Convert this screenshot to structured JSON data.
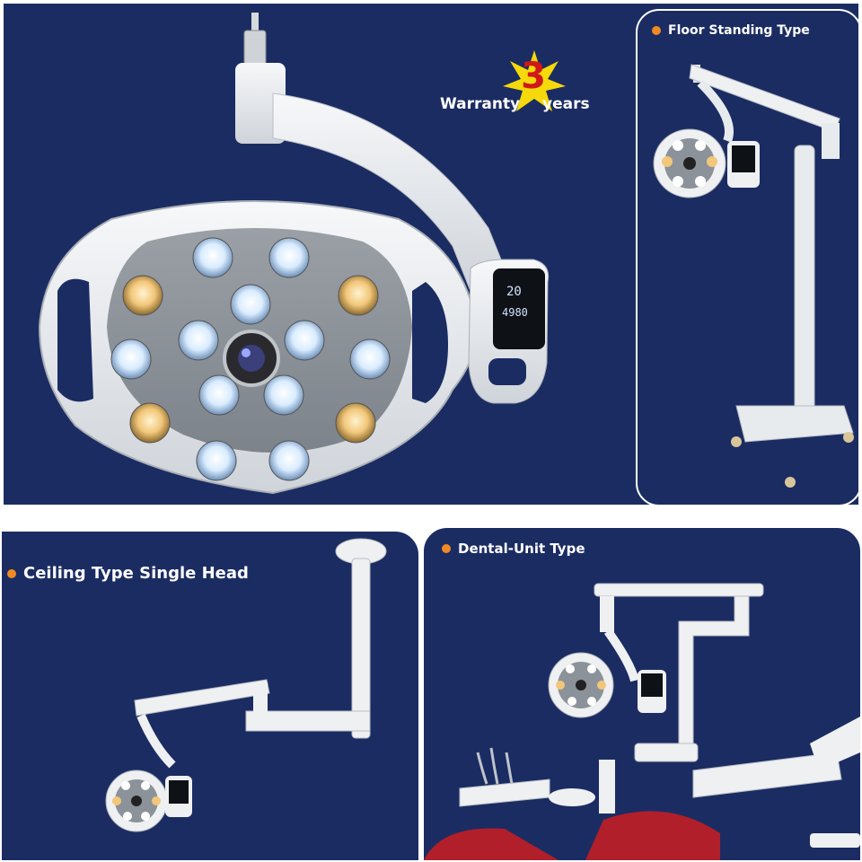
{
  "warranty": {
    "word": "Warranty",
    "number": "3",
    "unit": "years"
  },
  "main_lamp": {
    "display_line1": "20",
    "display_line2": "4980"
  },
  "panels": {
    "floor_standing": {
      "title": "Floor Standing Type"
    },
    "ceiling": {
      "title": "Ceiling Type Single Head"
    },
    "dental_unit": {
      "title": "Dental-Unit Type"
    }
  },
  "colors": {
    "background": "#1b2c63",
    "bullet": "#f08a24",
    "star": "#f5d90a",
    "lamp_body": "#eceff2",
    "cool_led": "#e8f4ff",
    "warm_led": "#f2c77a",
    "chair": "#b01f2a"
  }
}
